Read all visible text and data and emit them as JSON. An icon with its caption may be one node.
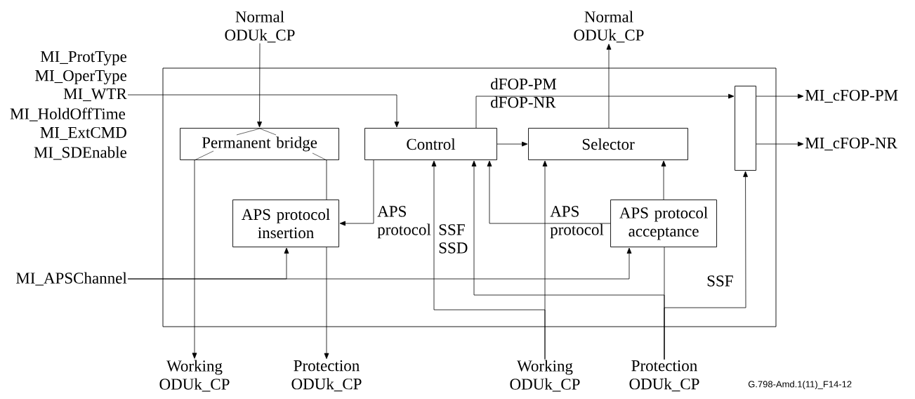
{
  "diagram": {
    "nodes": [
      {
        "text": [],
        "shape": "box"
      },
      {
        "text": [
          "Normal ODUk_CP"
        ]
      },
      {
        "text": [
          "MI_WTR"
        ]
      },
      {
        "text": [
          "Permanent bridge"
        ],
        "in": 0
      },
      {
        "text": [
          "Control"
        ],
        "in": 0
      },
      {
        "text": [
          "Selector"
        ],
        "in": 0
      },
      {
        "text": [
          "Normal ODUk_CP"
        ]
      },
      {
        "text": [],
        "shape": "box",
        "in": 0
      },
      {
        "text": [
          "MI_cFOP-PM"
        ]
      },
      {
        "text": [
          "MI_cFOP-NR"
        ]
      },
      {
        "text": [
          "APS protocol insertion"
        ],
        "in": 0
      },
      {
        "text": [
          "APS protocol acceptance"
        ],
        "in": 0
      },
      {
        "text": [
          "MI_APSChannel"
        ]
      },
      {
        "text": [
          "Working ODUk_CP"
        ]
      },
      {
        "text": [
          "Protection ODUk_CP"
        ]
      },
      {
        "text": [
          "Working ODUk_CP"
        ]
      },
      {
        "text": [
          "Protection ODUk_CP"
        ]
      }
    ],
    "edges": [
      {
        "from": 1,
        "to": 3,
        "arrow": "to"
      },
      {
        "from": 2,
        "to": 4,
        "arrow": "to"
      },
      {
        "from": 3,
        "to": 13,
        "arrow": "to"
      },
      {
        "from": 3,
        "to": 10,
        "arrow": "none"
      },
      {
        "from": 10,
        "to": 14,
        "arrow": "to"
      },
      {
        "from": 4,
        "to": 10,
        "arrow": "to",
        "label": "APS protocol"
      },
      {
        "from": 4,
        "to": 5,
        "arrow": "to"
      },
      {
        "from": 4,
        "to": 7,
        "arrow": "to",
        "label": "dFOP-PM dFOP-NR"
      },
      {
        "from": 5,
        "to": 6,
        "arrow": "to"
      },
      {
        "from": 7,
        "to": 8,
        "arrow": "to"
      },
      {
        "from": 7,
        "to": 9,
        "arrow": "to"
      },
      {
        "from": 11,
        "to": 4,
        "arrow": "to",
        "label": "APS protocol"
      },
      {
        "from": 11,
        "to": 5,
        "arrow": "to"
      },
      {
        "from": 12,
        "to": 11,
        "arrow": "to"
      },
      {
        "from": 12,
        "to": 10,
        "arrow": "to"
      },
      {
        "from": 15,
        "to": 5,
        "arrow": "to"
      },
      {
        "from": 15,
        "to": 4,
        "arrow": "to",
        "label": "SSF SSD"
      },
      {
        "from": 16,
        "to": 11,
        "arrow": "none"
      },
      {
        "from": 16,
        "to": 4,
        "arrow": "to"
      },
      {
        "from": 16,
        "to": 7,
        "arrow": "to",
        "label": "SSF"
      }
    ],
    "labels": [
      "MI_ProtType",
      "MI_OperType",
      "MI_HoldOffTime",
      "MI_ExtCMD",
      "MI_SDEnable",
      "G.798-Amd.1(11)_F14-12"
    ]
  }
}
